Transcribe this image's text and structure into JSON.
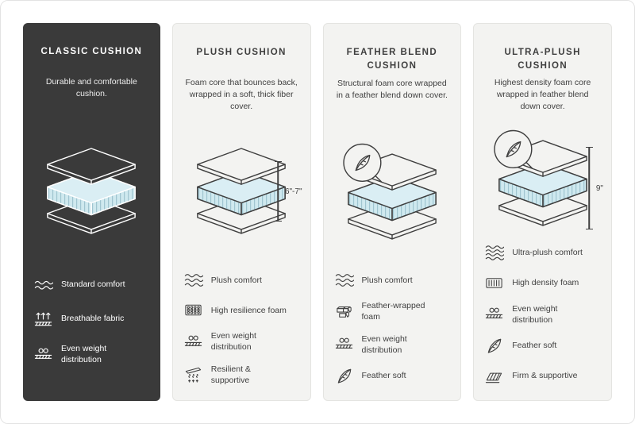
{
  "colors": {
    "dark_card_bg": "#3a3a3a",
    "light_card_bg": "#f3f3f1",
    "card_border": "#e4e4e1",
    "cushion_fill": "#cfe9ef"
  },
  "cards": [
    {
      "title": "CLASSIC CUSHION",
      "description": "Durable and comfortable cushion.",
      "features": [
        {
          "icon": "waves-comfort-icon",
          "label": "Standard comfort"
        },
        {
          "icon": "breathable-fabric-icon",
          "label": "Breathable fabric"
        },
        {
          "icon": "even-weight-icon",
          "label": "Even weight distribution"
        }
      ]
    },
    {
      "title": "PLUSH CUSHION",
      "description": "Foam core that bounces back, wrapped in a soft, thick fiber cover.",
      "measurement": "6\"-7\"",
      "features": [
        {
          "icon": "waves-comfort-icon",
          "label": "Plush comfort"
        },
        {
          "icon": "resilience-foam-icon",
          "label": "High resilience foam"
        },
        {
          "icon": "even-weight-icon",
          "label": "Even weight distribution"
        },
        {
          "icon": "springs-icon",
          "label": "Resilient & supportive"
        }
      ]
    },
    {
      "title": "FEATHER BLEND CUSHION",
      "description": "Structural foam core wrapped in a feather blend down cover.",
      "features": [
        {
          "icon": "waves-comfort-icon",
          "label": "Plush comfort"
        },
        {
          "icon": "feather-wrapped-foam-icon",
          "label": "Feather-wrapped foam"
        },
        {
          "icon": "even-weight-icon",
          "label": "Even weight distribution"
        },
        {
          "icon": "feather-icon",
          "label": "Feather soft"
        }
      ]
    },
    {
      "title": "ULTRA-PLUSH CUSHION",
      "description": "Highest density foam core wrapped in feather blend down cover.",
      "measurement": "9\"",
      "features": [
        {
          "icon": "waves-comfort-icon",
          "label": "Ultra-plush comfort"
        },
        {
          "icon": "density-foam-icon",
          "label": "High density foam"
        },
        {
          "icon": "even-weight-icon",
          "label": "Even weight distribution"
        },
        {
          "icon": "feather-icon",
          "label": "Feather soft"
        },
        {
          "icon": "firm-supportive-icon",
          "label": "Firm & supportive"
        }
      ]
    }
  ]
}
